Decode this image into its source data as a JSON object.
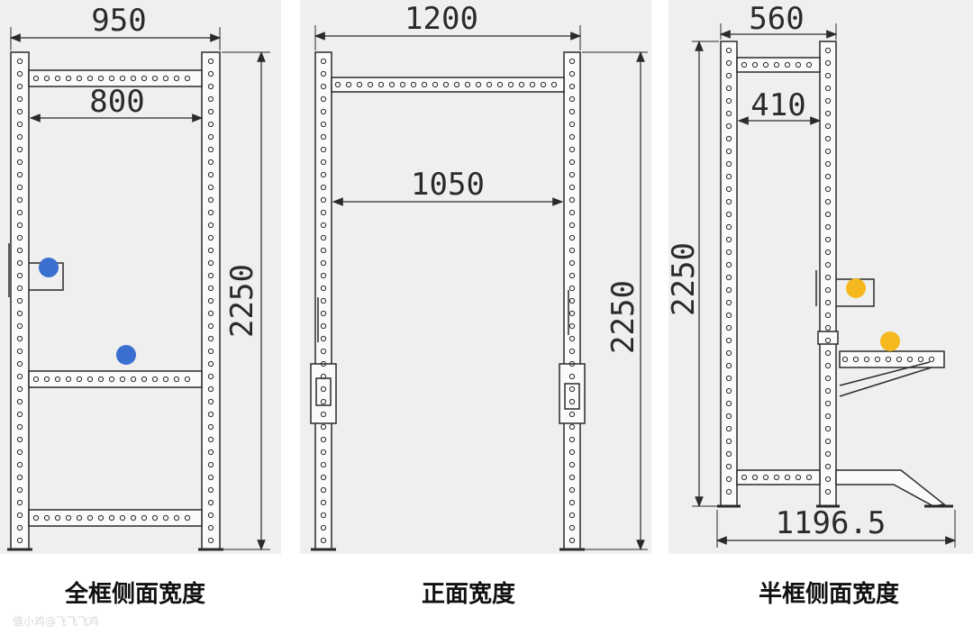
{
  "panels": {
    "full_side": {
      "outer_width": "950",
      "inner_width": "800",
      "height": "2250",
      "caption": "全框侧面宽度"
    },
    "front": {
      "outer_width": "1200",
      "inner_width": "1050",
      "height": "2250",
      "caption": "正面宽度"
    },
    "half_side": {
      "outer_width": "560",
      "inner_width": "410",
      "height": "2250",
      "depth": "1196.5",
      "caption": "半框侧面宽度"
    }
  },
  "colors": {
    "background": "#efefef",
    "frame_stroke": "#2a2a2a",
    "marker_blue": "#3a6fd0",
    "marker_yellow": "#f5b81e"
  },
  "watermark": "值小鸡@飞飞飞鸡"
}
